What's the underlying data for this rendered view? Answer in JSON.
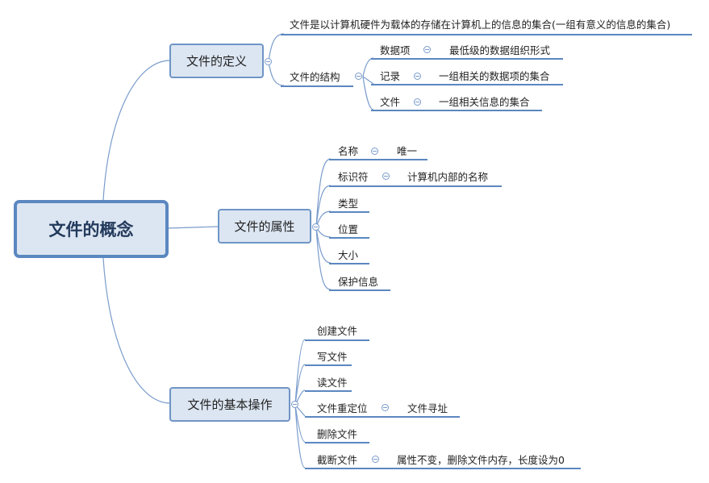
{
  "root": "文件的概念",
  "branches": [
    {
      "label": "文件的定义",
      "children": [
        {
          "label": "文件是以计算机硬件为载体的存储在计算机上的信息的集合(一组有意义的信息的集合)"
        },
        {
          "label": "文件的结构",
          "children": [
            {
              "label": "数据项",
              "note": "最低级的数据组织形式"
            },
            {
              "label": "记录",
              "note": "一组相关的数据项的集合"
            },
            {
              "label": "文件",
              "note": "一组相关信息的集合"
            }
          ]
        }
      ]
    },
    {
      "label": "文件的属性",
      "children": [
        {
          "label": "名称",
          "note": "唯一"
        },
        {
          "label": "标识符",
          "note": "计算机内部的名称"
        },
        {
          "label": "类型"
        },
        {
          "label": "位置"
        },
        {
          "label": "大小"
        },
        {
          "label": "保护信息"
        }
      ]
    },
    {
      "label": "文件的基本操作",
      "children": [
        {
          "label": "创建文件"
        },
        {
          "label": "写文件"
        },
        {
          "label": "读文件"
        },
        {
          "label": "文件重定位",
          "note": "文件寻址"
        },
        {
          "label": "删除文件"
        },
        {
          "label": "截断文件",
          "note": "属性不变，删除文件内存，长度设为0"
        }
      ]
    }
  ],
  "colors": {
    "line": "#6f95c6",
    "underline": "#5b87c0",
    "fill": "#dce6f2"
  }
}
